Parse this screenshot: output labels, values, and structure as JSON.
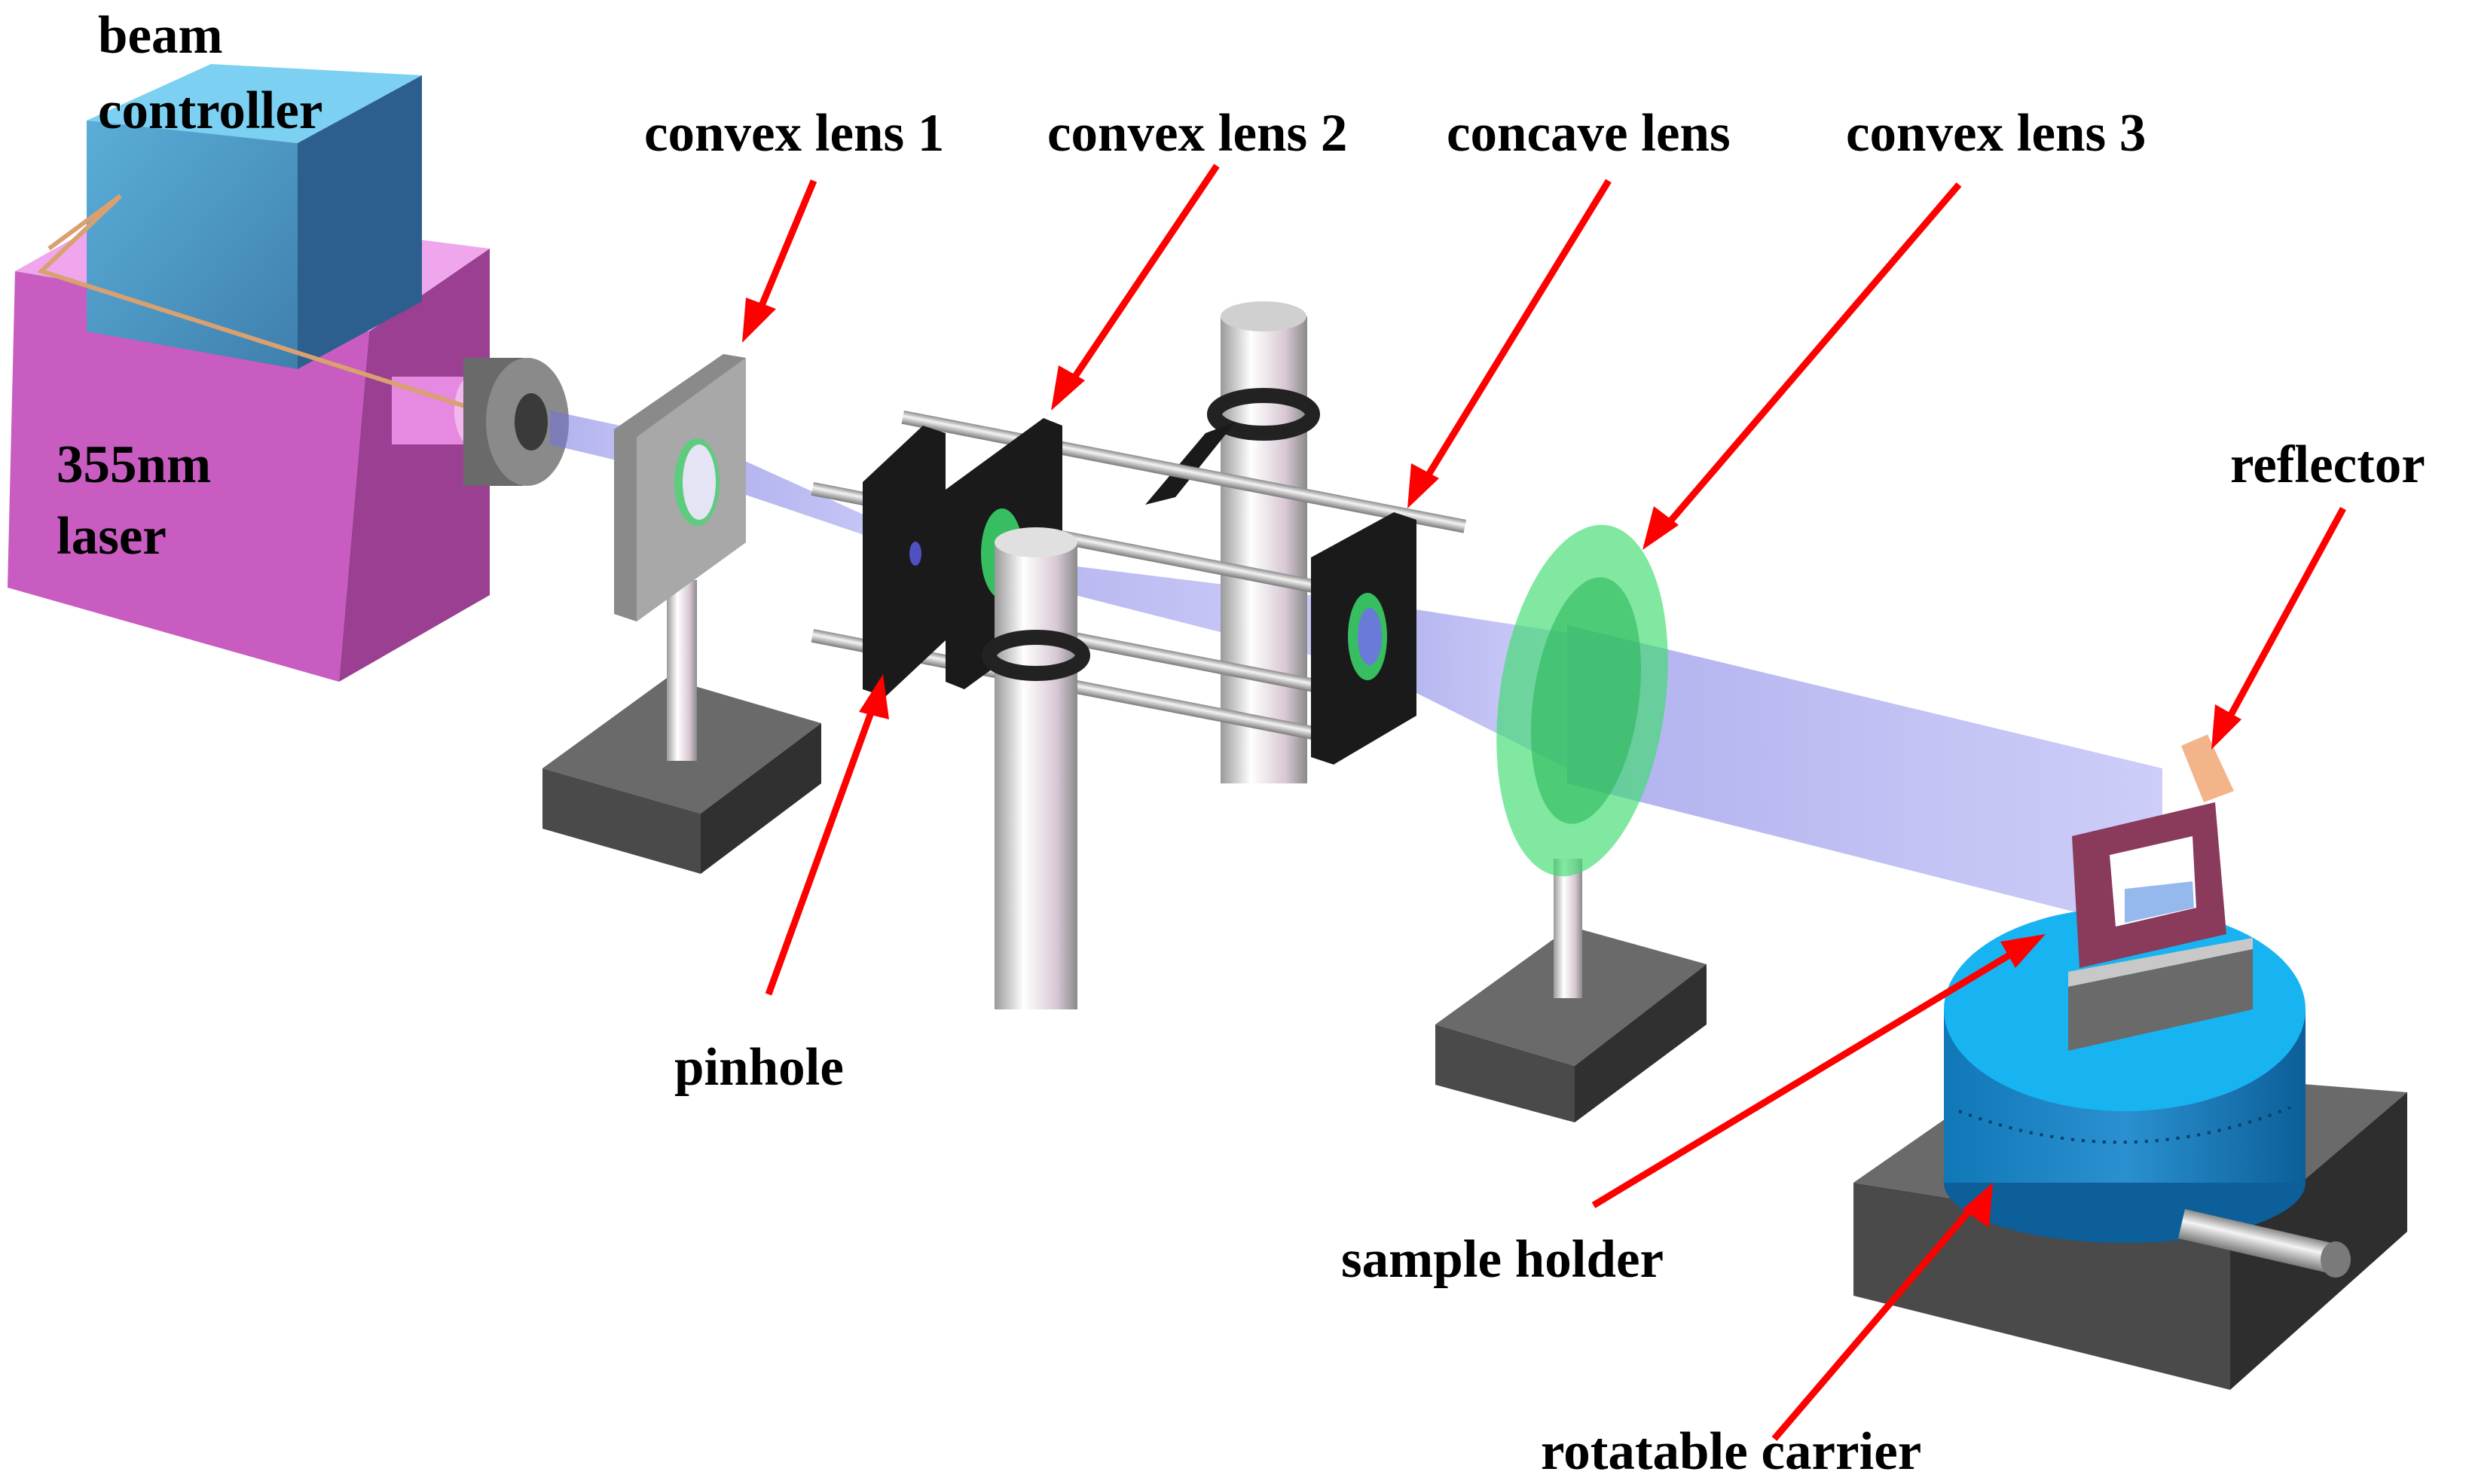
{
  "labels": {
    "beam_controller_line1": "beam",
    "beam_controller_line2": "controller",
    "laser_line1": "355nm",
    "laser_line2": "laser",
    "convex_lens_1": "convex lens 1",
    "convex_lens_2": "convex lens 2",
    "concave_lens": "concave lens",
    "convex_lens_3": "convex lens 3",
    "reflector": "reflector",
    "pinhole": "pinhole",
    "sample_holder": "sample holder",
    "rotatable_carrier": "rotatable carrier"
  },
  "colors": {
    "arrow": "#ff0000",
    "beam": "#8c8cf0",
    "lens": "#3ddc6e",
    "laser_box": "#e070d8",
    "controller_box": "#5cb8e6",
    "carrier": "#1aa8e8",
    "base": "#4a4a4a"
  }
}
